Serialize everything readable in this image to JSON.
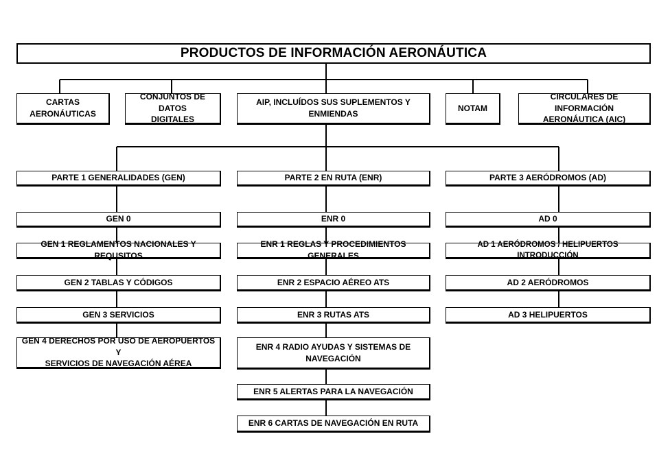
{
  "title": "PRODUCTOS DE INFORMACIÓN AERONÁUTICA",
  "products": [
    "CARTAS\nAERONÁUTICAS",
    "CONJUNTOS DE DATOS\nDIGITALES",
    "AIP, INCLUÍDOS SUS SUPLEMENTOS Y\nENMIENDAS",
    "NOTAM",
    "CIRCULARES DE INFORMACIÓN\nAERONÁUTICA (AIC)"
  ],
  "parts": [
    {
      "header": "PARTE 1 GENERALIDADES (GEN)",
      "items": [
        "GEN 0",
        "GEN 1 REGLAMENTOS NACIONALES Y REQUSITOS",
        "GEN 2 TABLAS Y CÓDIGOS",
        "GEN 3 SERVICIOS",
        "GEN 4 DERECHOS POR USO DE AEROPUERTOS Y\nSERVICIOS DE NAVEGACIÓN AÉREA"
      ]
    },
    {
      "header": "PARTE 2 EN RUTA (ENR)",
      "items": [
        "ENR 0",
        "ENR 1 REGLAS Y PROCEDIMIENTOS GENERALES",
        "ENR 2 ESPACIO AÉREO ATS",
        "ENR 3 RUTAS ATS",
        "ENR 4 RADIO AYUDAS Y SISTEMAS DE\nNAVEGACIÓN",
        "ENR 5 ALERTAS PARA LA NAVEGACIÓN",
        "ENR 6 CARTAS DE NAVEGACIÓN EN RUTA"
      ]
    },
    {
      "header": "PARTE 3 AERÓDROMOS (AD)",
      "items": [
        "AD 0",
        "AD 1 AERÓDROMOS / HELIPUERTOS INTRODUCCIÓN",
        "AD 2 AERÓDROMOS",
        "AD 3 HELIPUERTOS"
      ]
    }
  ]
}
